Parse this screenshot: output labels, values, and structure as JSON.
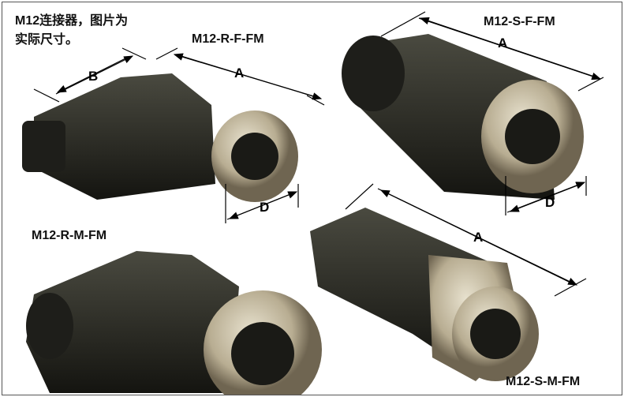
{
  "title_line1": "M12连接器，图片为",
  "title_line2": "实际尺寸。",
  "products": [
    {
      "name": "M12-R-F-FM",
      "dims": [
        "A",
        "B",
        "D"
      ]
    },
    {
      "name": "M12-S-F-FM",
      "dims": [
        "A",
        "D"
      ]
    },
    {
      "name": "M12-R-M-FM",
      "dims": []
    },
    {
      "name": "M12-S-M-FM",
      "dims": [
        "A"
      ]
    }
  ],
  "dim_labels": {
    "a": "A",
    "b": "B",
    "d": "D"
  }
}
